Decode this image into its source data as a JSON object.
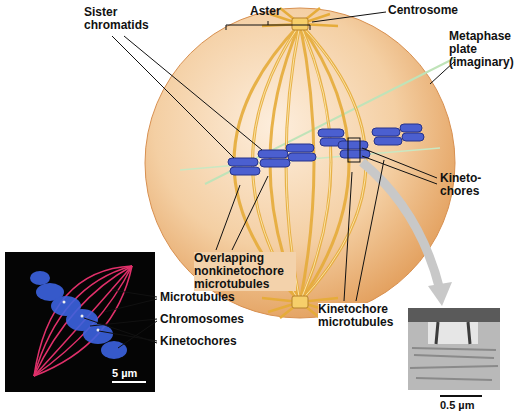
{
  "diagram": {
    "labels": [
      "Aster",
      "Centrosome",
      "Sister chromatids",
      "Metaphase plate (imaginary)",
      "Kineto- chores",
      "Overlapping nonkinetochore microtubules",
      "Kinetochore microtubules",
      "0.5 µm",
      "Microtubules",
      "Chromosomes",
      "Kinetochores",
      "5 µm"
    ]
  }
}
